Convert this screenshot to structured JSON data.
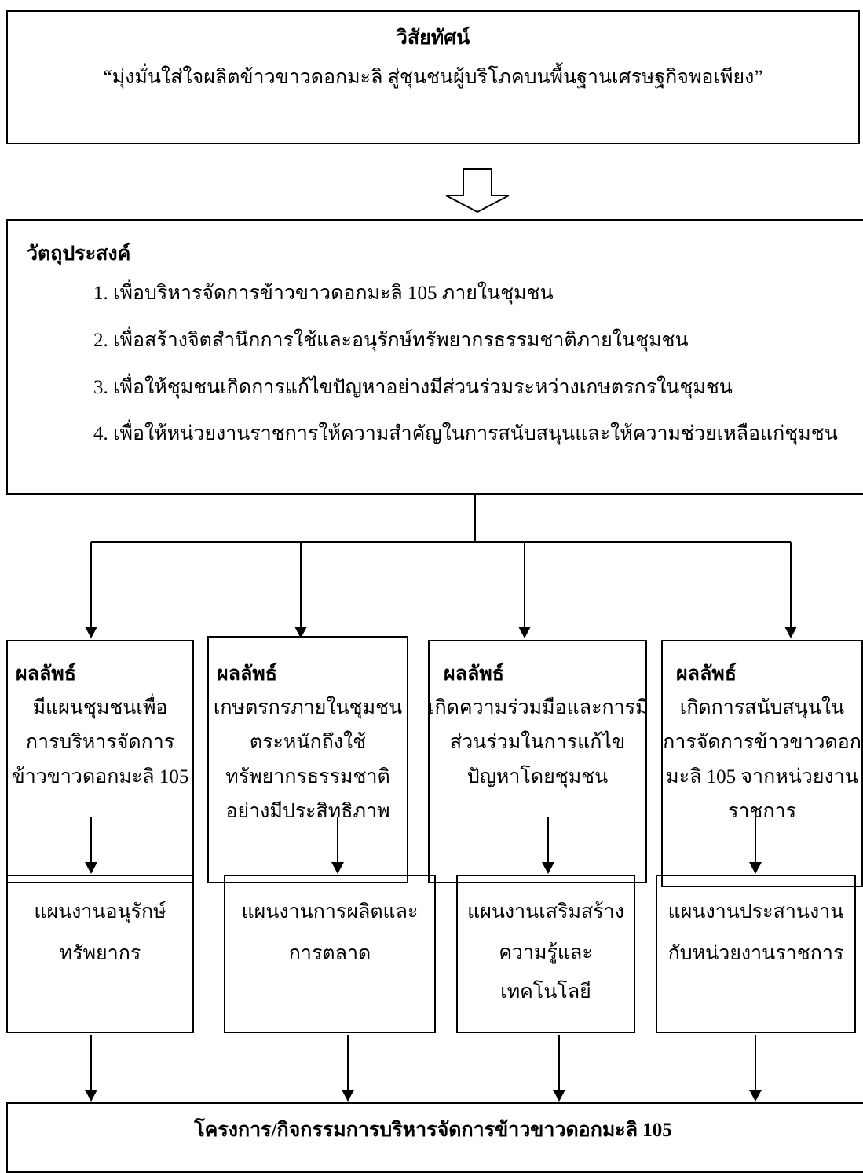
{
  "vision": {
    "heading": "วิสัยทัศน์",
    "statement": "“มุ่งมั่นใส่ใจผลิตข้าวขาวดอกมะลิ สู่ชุนชนผู้บริโภคบนพื้นฐานเศรษฐกิจพอเพียง”"
  },
  "objectives": {
    "heading": "วัตถุประสงค์",
    "items": [
      "1. เพื่อบริหารจัดการข้าวขาวดอกมะลิ 105 ภายในชุมชน",
      "2. เพื่อสร้างจิตสำนึกการใช้และอนุรักษ์ทรัพยากรธรรมชาติภายในชุมชน",
      "3. เพื่อให้ชุมชนเกิดการแก้ไขปัญหาอย่างมีส่วนร่วมระหว่างเกษตรกรในชุมชน",
      "4. เพื่อให้หน่วยงานราชการให้ความสำคัญในการสนับสนุนและให้ความช่วยเหลือแก่ชุมชน"
    ]
  },
  "outcomes": [
    {
      "heading": "ผลลัพธ์",
      "lines": [
        "มีแผนชุมชนเพื่อ",
        "การบริหารจัดการ",
        "ข้าวขาวดอกมะลิ 105"
      ]
    },
    {
      "heading": "ผลลัพธ์",
      "lines": [
        "เกษตรกรภายในชุมชน",
        "ตระหนักถึงใช้",
        "ทรัพยากรธรรมชาติ",
        "อย่างมีประสิทธิภาพ"
      ]
    },
    {
      "heading": "ผลลัพธ์",
      "lines": [
        "เกิดความร่วมมือและการมี",
        "ส่วนร่วมในการแก้ไข",
        "ปัญหาโดยชุมชน"
      ]
    },
    {
      "heading": "ผลลัพธ์",
      "lines": [
        "เกิดการสนับสนุนใน",
        "การจัดการข้าวขาวดอก",
        "มะลิ 105 จากหน่วยงาน",
        "ราชการ"
      ]
    }
  ],
  "plans": [
    {
      "lines": [
        "แผนงานอนุรักษ์",
        "ทรัพยากร"
      ]
    },
    {
      "lines": [
        "แผนงานการผลิตและ",
        "การตลาด"
      ]
    },
    {
      "lines": [
        "แผนงานเสริมสร้าง",
        "ความรู้และ",
        "เทคโนโลยี"
      ]
    },
    {
      "lines": [
        "แผนงานประสานงาน",
        "กับหน่วยงานราชการ"
      ]
    }
  ],
  "project": {
    "title": "โครงการ/กิจกรรมการบริหารจัดการข้าวขาวดอกมะลิ 105"
  }
}
